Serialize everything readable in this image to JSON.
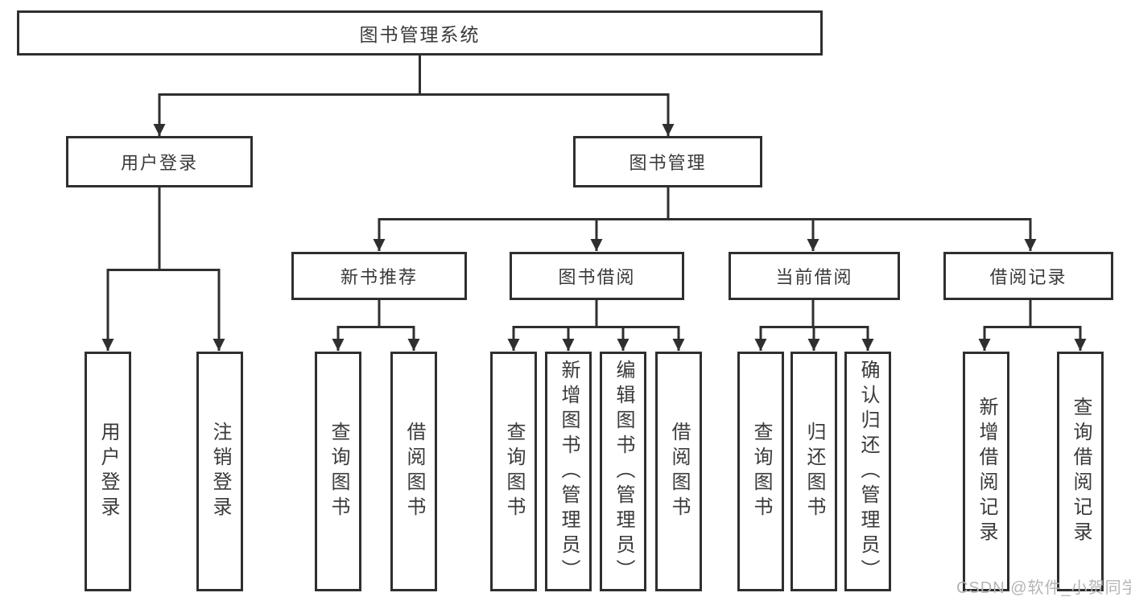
{
  "tree": {
    "label": "图书管理系统",
    "children": [
      {
        "label": "用户登录",
        "children": [
          {
            "label": "用户登录"
          },
          {
            "label": "注销登录"
          }
        ]
      },
      {
        "label": "图书管理",
        "children": [
          {
            "label": "新书推荐",
            "children": [
              {
                "label": "查询图书"
              },
              {
                "label": "借阅图书"
              }
            ]
          },
          {
            "label": "图书借阅",
            "children": [
              {
                "label": "查询图书"
              },
              {
                "label": "新增图书（管理员）"
              },
              {
                "label": "编辑图书（管理员）"
              },
              {
                "label": "借阅图书"
              }
            ]
          },
          {
            "label": "当前借阅",
            "children": [
              {
                "label": "查询图书"
              },
              {
                "label": "归还图书"
              },
              {
                "label": "确认归还（管理员）"
              }
            ]
          },
          {
            "label": "借阅记录",
            "children": [
              {
                "label": "新增借阅记录"
              },
              {
                "label": "查询借阅记录"
              }
            ]
          }
        ]
      }
    ]
  },
  "watermark": {
    "text": "CSDN @软件_小贺同学",
    "color": "#b5b5b5"
  },
  "colors": {
    "line": "#2f2f2f",
    "box_background": "#ffffff",
    "text": "#3a3a3a",
    "page_background": "#ffffff"
  }
}
